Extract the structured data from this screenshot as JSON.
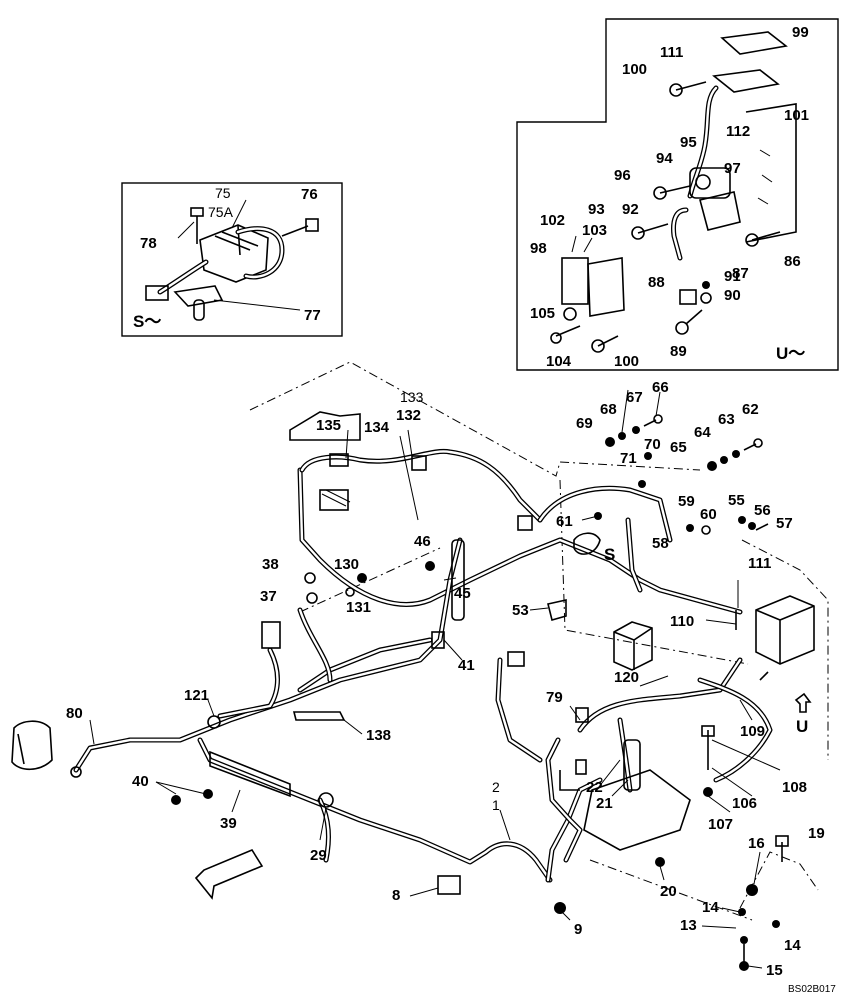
{
  "diagram": {
    "drawing_code": "BS02B017",
    "inset_s": {
      "title": "S～",
      "labels": [
        "75",
        "75A",
        "76",
        "77",
        "78"
      ]
    },
    "inset_u": {
      "title": "U～",
      "labels": [
        "99",
        "111",
        "100",
        "101",
        "112",
        "95",
        "94",
        "97",
        "96",
        "93",
        "92",
        "102",
        "103",
        "98",
        "86",
        "87",
        "88",
        "91",
        "90",
        "105",
        "104",
        "100",
        "89"
      ]
    },
    "main_labels": [
      "133",
      "132",
      "135",
      "134",
      "66",
      "67",
      "68",
      "69",
      "70",
      "71",
      "62",
      "63",
      "64",
      "65",
      "55",
      "56",
      "57",
      "59",
      "60",
      "58",
      "61",
      "S",
      "46",
      "45",
      "38",
      "130",
      "37",
      "131",
      "53",
      "41",
      "111",
      "110",
      "U",
      "120",
      "109",
      "108",
      "106",
      "107",
      "79",
      "22",
      "21",
      "121",
      "80",
      "138",
      "40",
      "39",
      "29",
      "2",
      "1",
      "8",
      "9",
      "20",
      "16",
      "19",
      "14",
      "13",
      "14",
      "15"
    ]
  }
}
